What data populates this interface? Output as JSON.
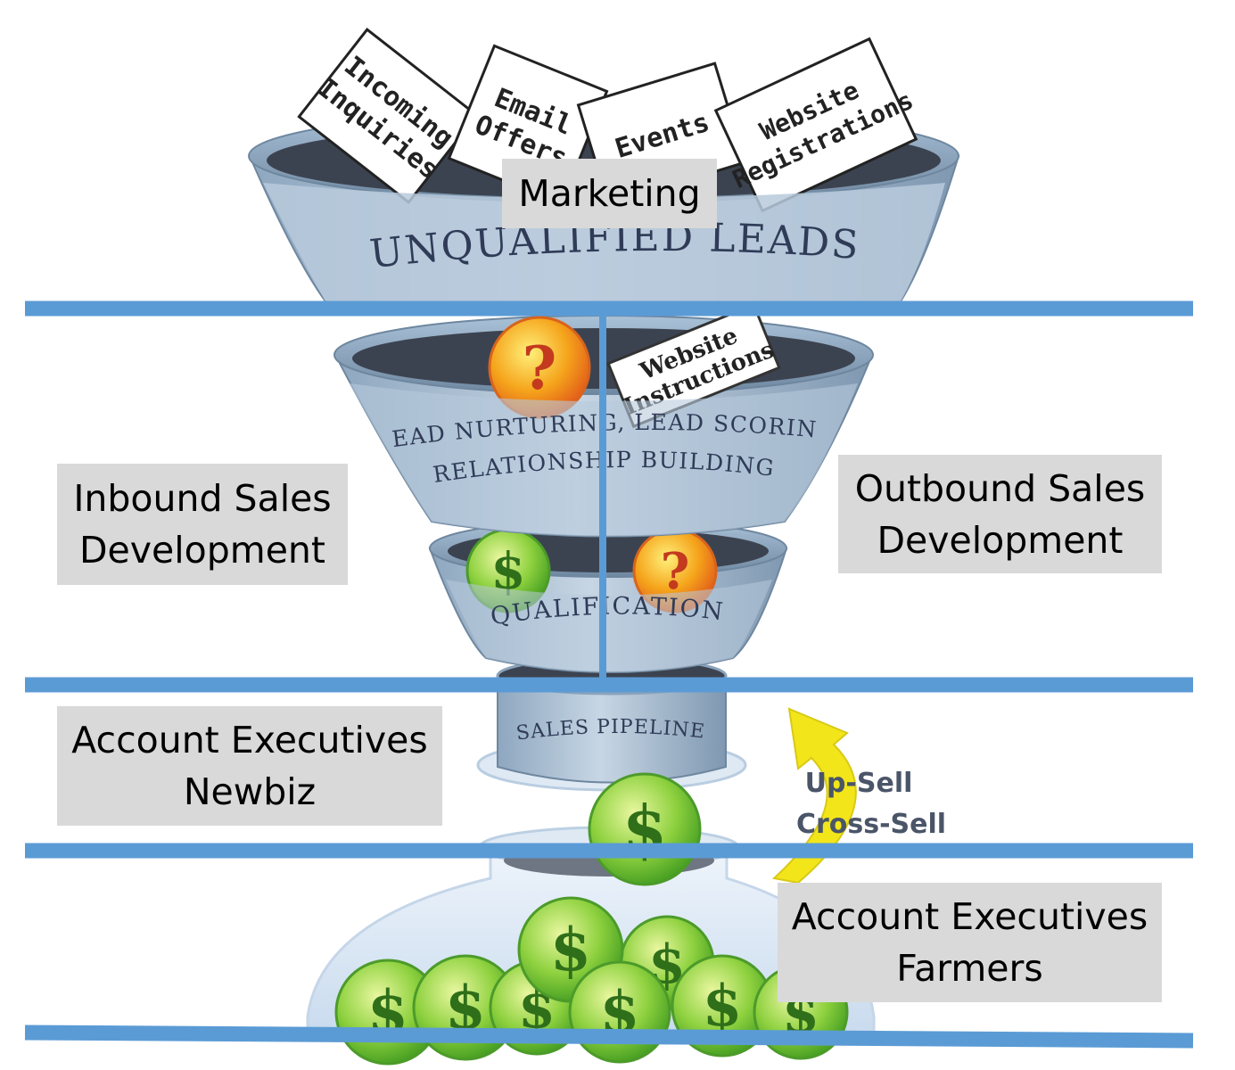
{
  "stage_labels": {
    "marketing": "Marketing",
    "inbound_line1": "Inbound Sales",
    "inbound_line2": "Development",
    "outbound_line1": "Outbound Sales",
    "outbound_line2": "Development",
    "newbiz_line1": "Account Executives",
    "newbiz_line2": "Newbiz",
    "farmers_line1": "Account Executives",
    "farmers_line2": "Farmers"
  },
  "funnel": {
    "top_text": "UNQUALIFIED LEADS",
    "mid_text_line1": "LEAD NURTURING, LEAD SCORING",
    "mid_text_line2": "RELATIONSHIP BUILDING",
    "qual_text": "QUALIFICATION",
    "pipeline_text": "SALES PIPELINE"
  },
  "lead_cards": {
    "card1_line1": "Incoming",
    "card1_line2": "Inquiries",
    "card2_line1": "Email",
    "card2_line2": "Offers",
    "card3": "Events",
    "card4_line1": "Website",
    "card4_line2": "Registrations",
    "card5_line1": "Website",
    "card5_line2": "Instructions"
  },
  "upsell": {
    "line1": "Up-Sell",
    "line2": "Cross-Sell"
  },
  "colors": {
    "divider": "#5b9bd5",
    "label_bg": "#d9d9d9",
    "funnel_fill": "#a9bfd4",
    "funnel_dark": "#3c4350",
    "coin_green": "#8ed13f",
    "coin_orange": "#f5a41b",
    "arrow_yellow": "#f2e51a",
    "upsell_text": "#4a5568"
  }
}
